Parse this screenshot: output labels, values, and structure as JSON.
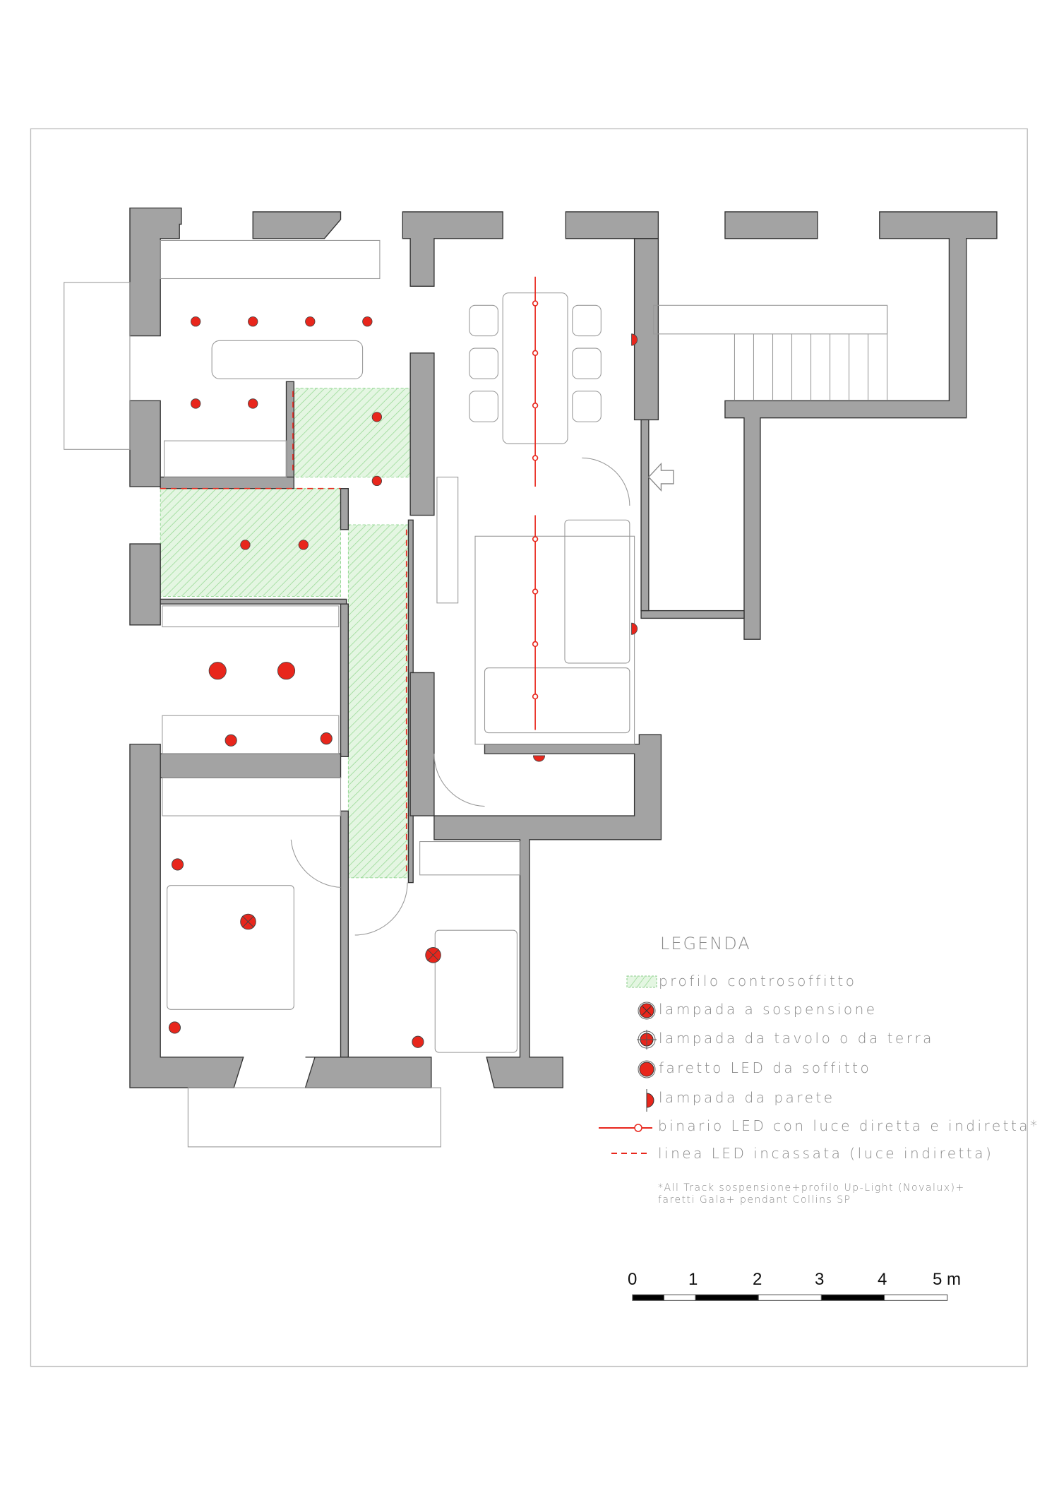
{
  "legend": {
    "title": "LEGENDA",
    "items": [
      {
        "icon": "hatch-green-swatch",
        "label": "profilo controsoffitto"
      },
      {
        "icon": "pendant-lamp-icon",
        "label": "lampada a sospensione"
      },
      {
        "icon": "table-floor-lamp-icon",
        "label": "lampada da tavolo o da terra"
      },
      {
        "icon": "ceiling-spot-icon",
        "label": "faretto LED da soffitto"
      },
      {
        "icon": "wall-lamp-icon",
        "label": "lampada da parete"
      },
      {
        "icon": "led-track-icon",
        "label": "binario LED con luce diretta e indiretta*"
      },
      {
        "icon": "led-line-dashed-icon",
        "label": "linea LED incassata (luce indiretta)"
      }
    ],
    "note_line1": "*All Track sospensione+profilo Up-Light (Novalux)+",
    "note_line2": "faretti Gala+ pendant Collins SP"
  },
  "scale": {
    "labels": [
      "0",
      "1",
      "2",
      "3",
      "4",
      "5 m"
    ]
  },
  "colors": {
    "wall": "#a3a3a3",
    "light": "#e8261c",
    "hatch": "#9bdc9b",
    "text": "#8a8a8a"
  }
}
